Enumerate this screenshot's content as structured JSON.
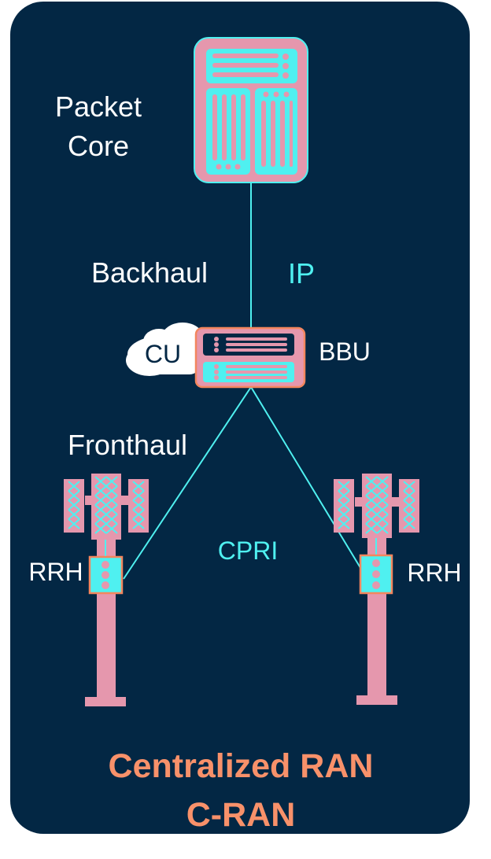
{
  "labels": {
    "packet_core_line1": "Packet",
    "packet_core_line2": "Core",
    "backhaul": "Backhaul",
    "ip": "IP",
    "cu": "CU",
    "bbu": "BBU",
    "fronthaul": "Fronthaul",
    "cpri": "CPRI",
    "rrh_left": "RRH",
    "rrh_right": "RRH"
  },
  "title": {
    "line1": "Centralized RAN",
    "line2": "C-RAN"
  },
  "colors": {
    "background": "#032744",
    "pink": "#e597ad",
    "cyan": "#4ff0f0",
    "orange": "#f3865e",
    "white": "#ffffff",
    "title": "#f8916a"
  }
}
